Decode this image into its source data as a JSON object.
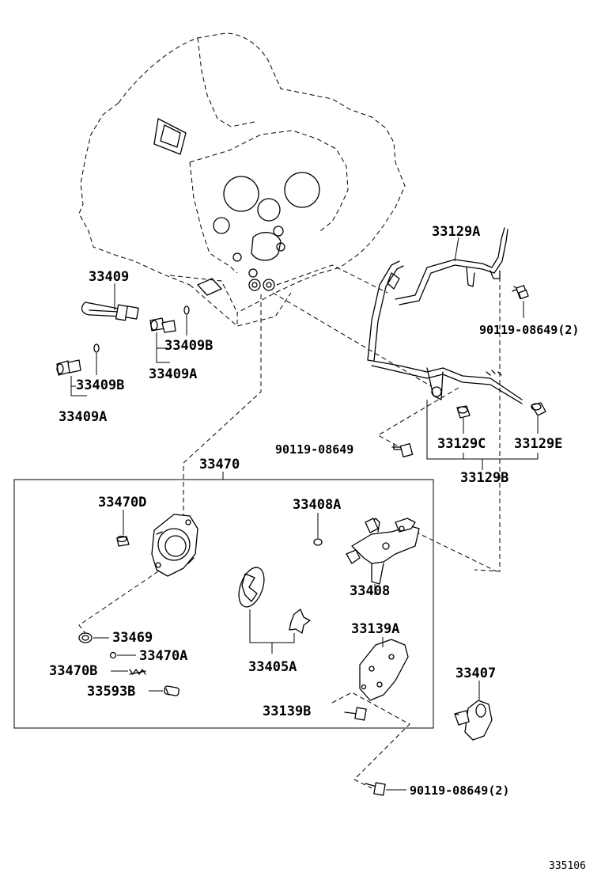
{
  "labels": {
    "p33129A": "33129A",
    "p90119_top": "90119-08649(2)",
    "p33409": "33409",
    "p33409B_1": "33409B",
    "p33409A_1": "33409A",
    "p33409B_2": "33409B",
    "p33409A_2": "33409A",
    "p90119_mid": "90119-08649",
    "p33129C": "33129C",
    "p33129E": "33129E",
    "p33129B": "33129B",
    "p33470": "33470",
    "p33470D": "33470D",
    "p33408A": "33408A",
    "p33408": "33408",
    "p33469": "33469",
    "p33470A": "33470A",
    "p33470B": "33470B",
    "p33593B": "33593B",
    "p33405A": "33405A",
    "p33139A": "33139A",
    "p33139B": "33139B",
    "p33407": "33407",
    "p90119_bot": "90119-08649(2)"
  },
  "figure_code": "335106"
}
